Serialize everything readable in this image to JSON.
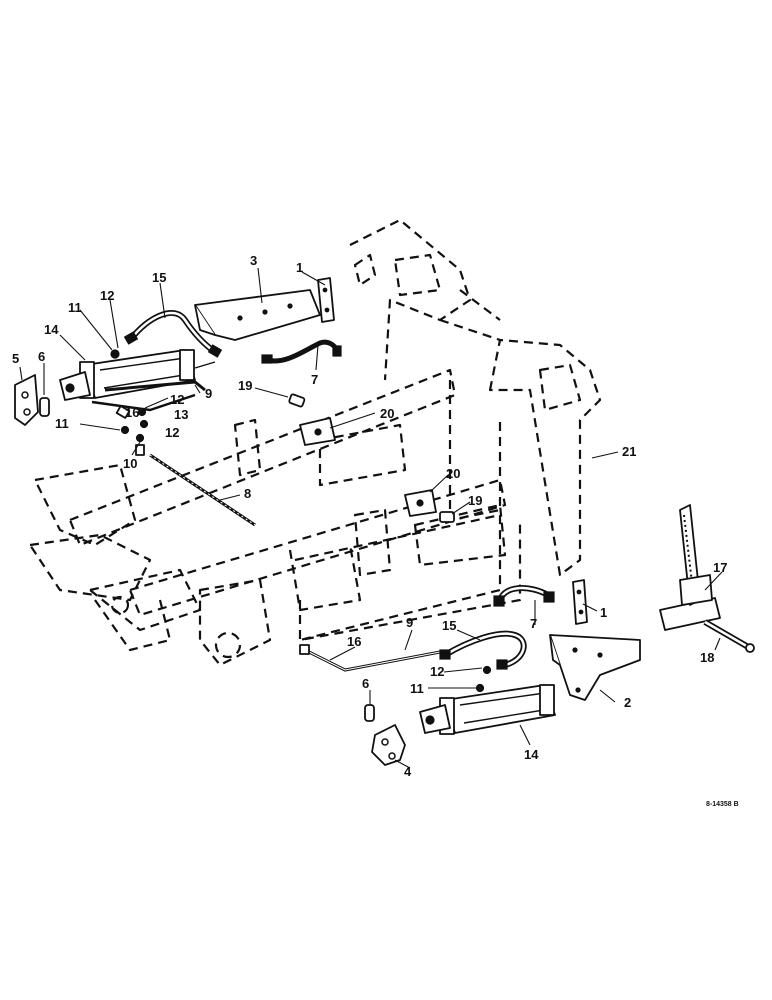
{
  "figure_ref": "8-14358 B",
  "callouts": {
    "c1a": "1",
    "c1b": "1",
    "c2": "2",
    "c3": "3",
    "c4": "4",
    "c5": "5",
    "c6a": "6",
    "c6b": "6",
    "c7a": "7",
    "c7b": "7",
    "c8": "8",
    "c9a": "9",
    "c9b": "9",
    "c10": "10",
    "c11a": "11",
    "c11b": "11",
    "c11c": "11",
    "c12a": "12",
    "c12b": "12",
    "c12c": "12",
    "c12d": "12",
    "c13": "13",
    "c14a": "14",
    "c14b": "14",
    "c15a": "15",
    "c15b": "15",
    "c16a": "16",
    "c16b": "16",
    "c17": "17",
    "c18": "18",
    "c19a": "19",
    "c19b": "19",
    "c20a": "20",
    "c20b": "20",
    "c21": "21"
  }
}
